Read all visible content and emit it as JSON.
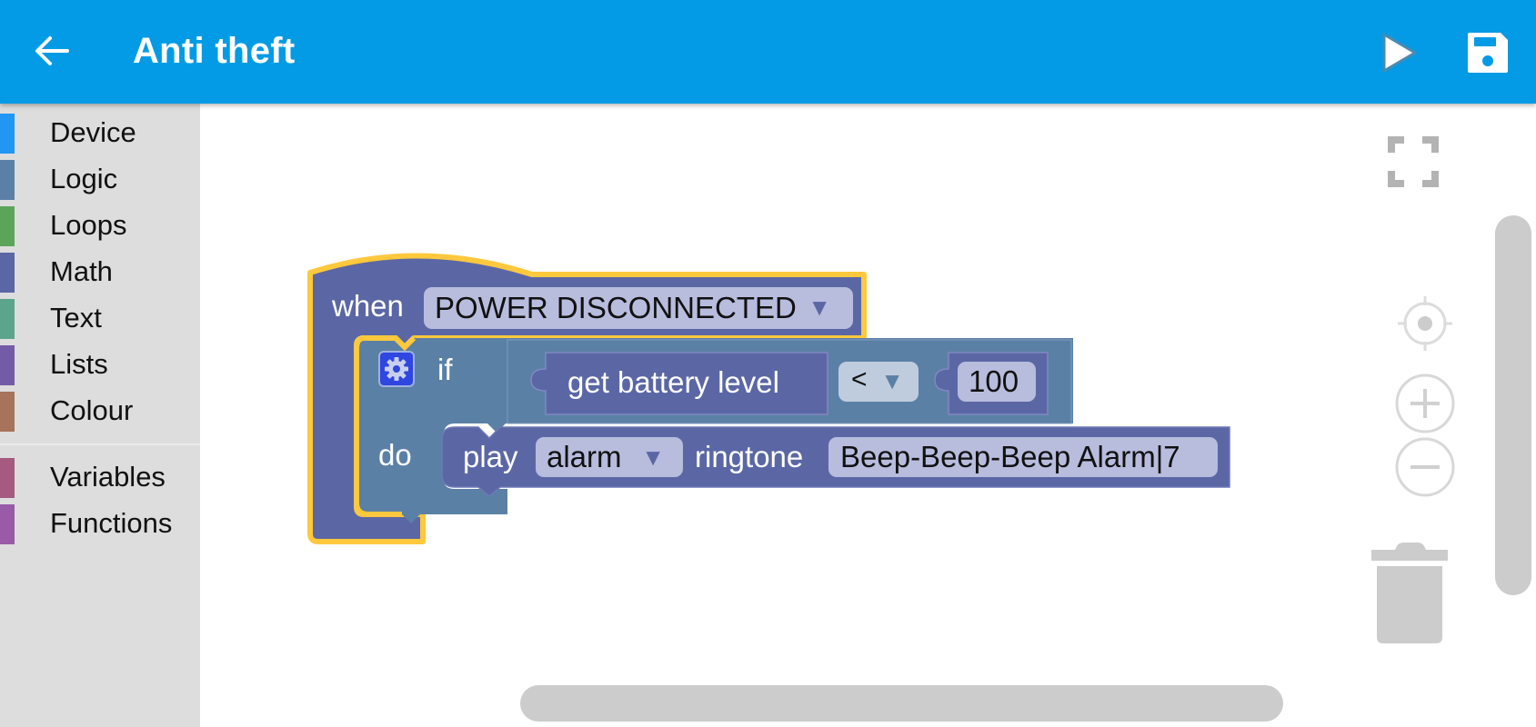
{
  "appbar": {
    "title": "Anti theft",
    "back_icon": "arrow-back-icon",
    "run_icon": "play-icon",
    "save_icon": "save-icon",
    "color": "#039BE5"
  },
  "toolbox": {
    "categories": [
      {
        "label": "Device",
        "color": "#2196F3"
      },
      {
        "label": "Logic",
        "color": "#5B80A5"
      },
      {
        "label": "Loops",
        "color": "#5BA55B"
      },
      {
        "label": "Math",
        "color": "#5B67A5"
      },
      {
        "label": "Text",
        "color": "#5BA58C"
      },
      {
        "label": "Lists",
        "color": "#745BA5"
      },
      {
        "label": "Colour",
        "color": "#A5745B"
      }
    ],
    "extra_categories": [
      {
        "label": "Variables",
        "color": "#A55B80"
      },
      {
        "label": "Functions",
        "color": "#995BA5"
      }
    ]
  },
  "workspace": {
    "controls": {
      "fullscreen_icon": "fullscreen-icon",
      "recenter_icon": "crosshair-icon",
      "zoom_in_icon": "zoom-in-icon",
      "zoom_out_icon": "zoom-out-icon",
      "trash_icon": "trash-icon"
    },
    "event_block": {
      "label": "when",
      "event": "POWER DISCONNECTED",
      "color": "#5B67A5",
      "highlight": "#FFC83D"
    },
    "if_block": {
      "if_label": "if",
      "do_label": "do",
      "color": "#5B80A5"
    },
    "condition": {
      "getter": "get battery level",
      "operator": "<",
      "value": "100"
    },
    "action_block": {
      "play_label": "play",
      "sound_type": "alarm",
      "ringtone_label": "ringtone",
      "ringtone": "Beep-Beep-Beep Alarm|7"
    }
  }
}
